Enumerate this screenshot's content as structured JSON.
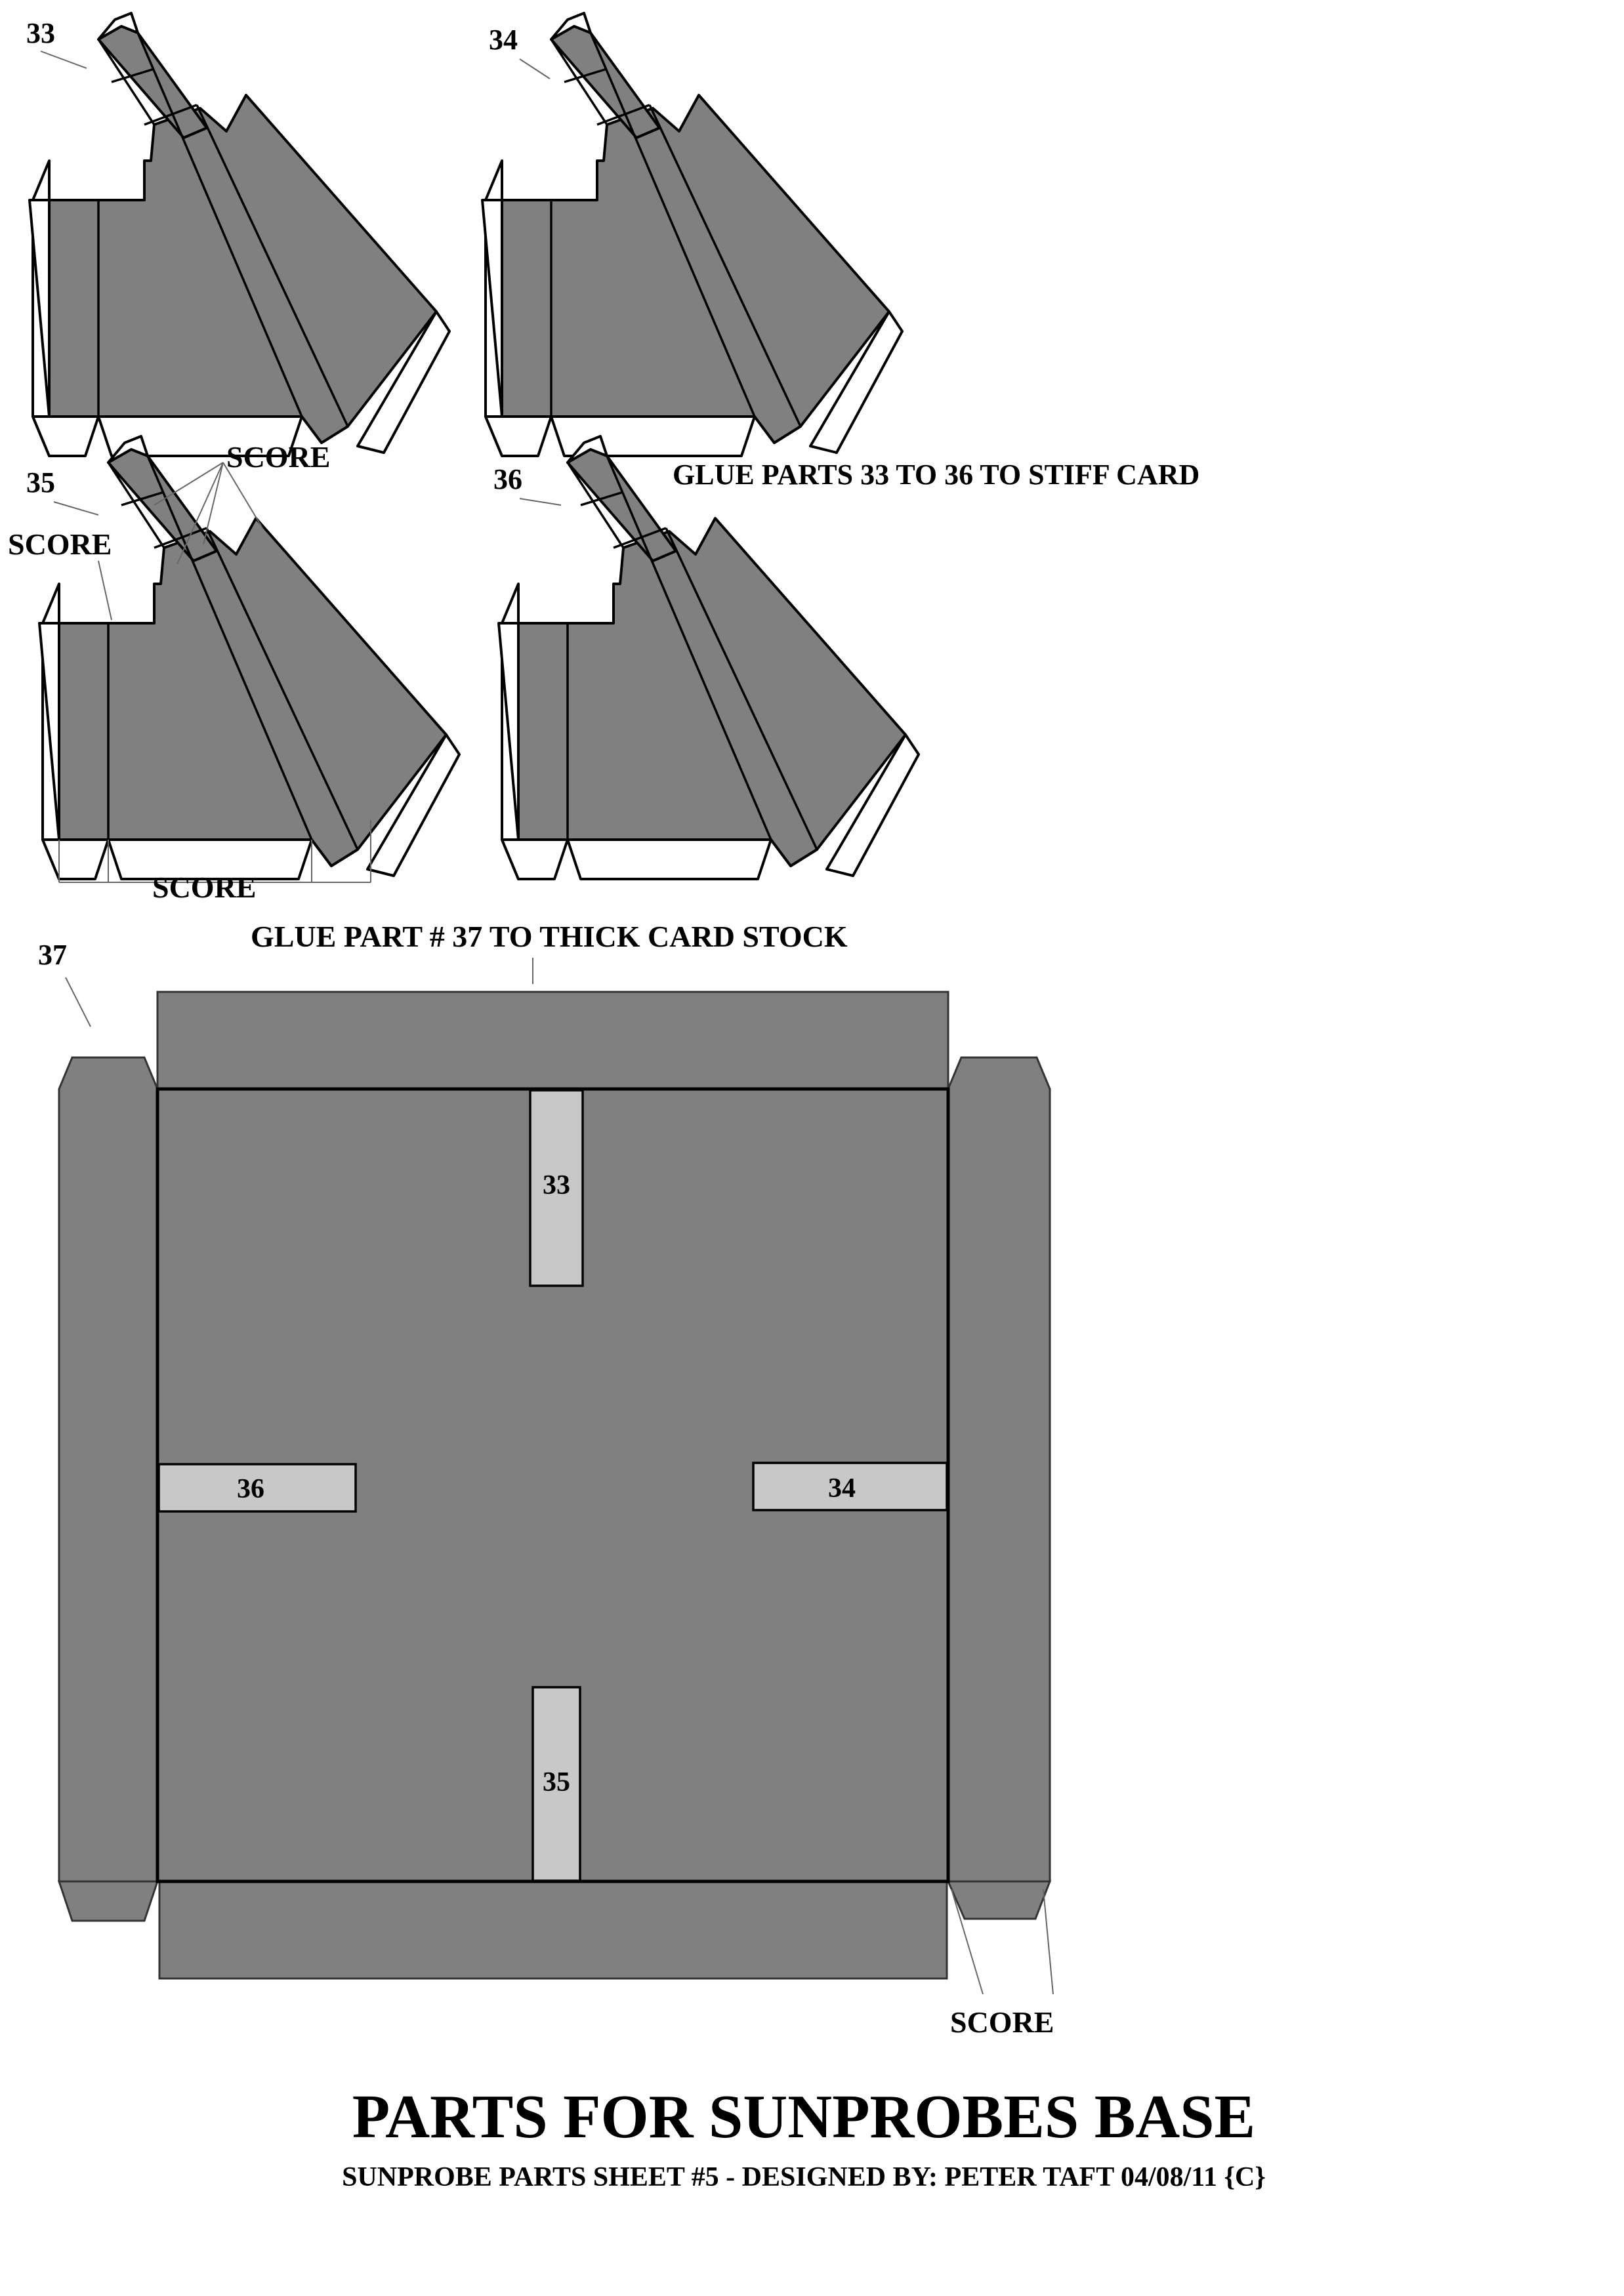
{
  "sheet": {
    "title": "PARTS FOR SUNPROBES BASE",
    "subtitle": "SUNPROBE PARTS SHEET #5 - DESIGNED BY: PETER TAFT 04/08/11 {C}"
  },
  "parts": {
    "p33": "33",
    "p34": "34",
    "p35": "35",
    "p36": "36",
    "p37": "37"
  },
  "instructions": {
    "stiff_card": "GLUE PARTS 33 TO 36 TO STIFF CARD",
    "thick_card": "GLUE PART # 37 TO THICK CARD STOCK"
  },
  "score_labels": {
    "top": "SCORE",
    "left": "SCORE",
    "bottom": "SCORE",
    "base": "SCORE"
  },
  "slots": {
    "s33": "33",
    "s34": "34",
    "s35": "35",
    "s36": "36"
  },
  "colors": {
    "part_fill": "#808080",
    "slot_fill": "#c8c8c8",
    "tab_fill": "#ffffff"
  }
}
